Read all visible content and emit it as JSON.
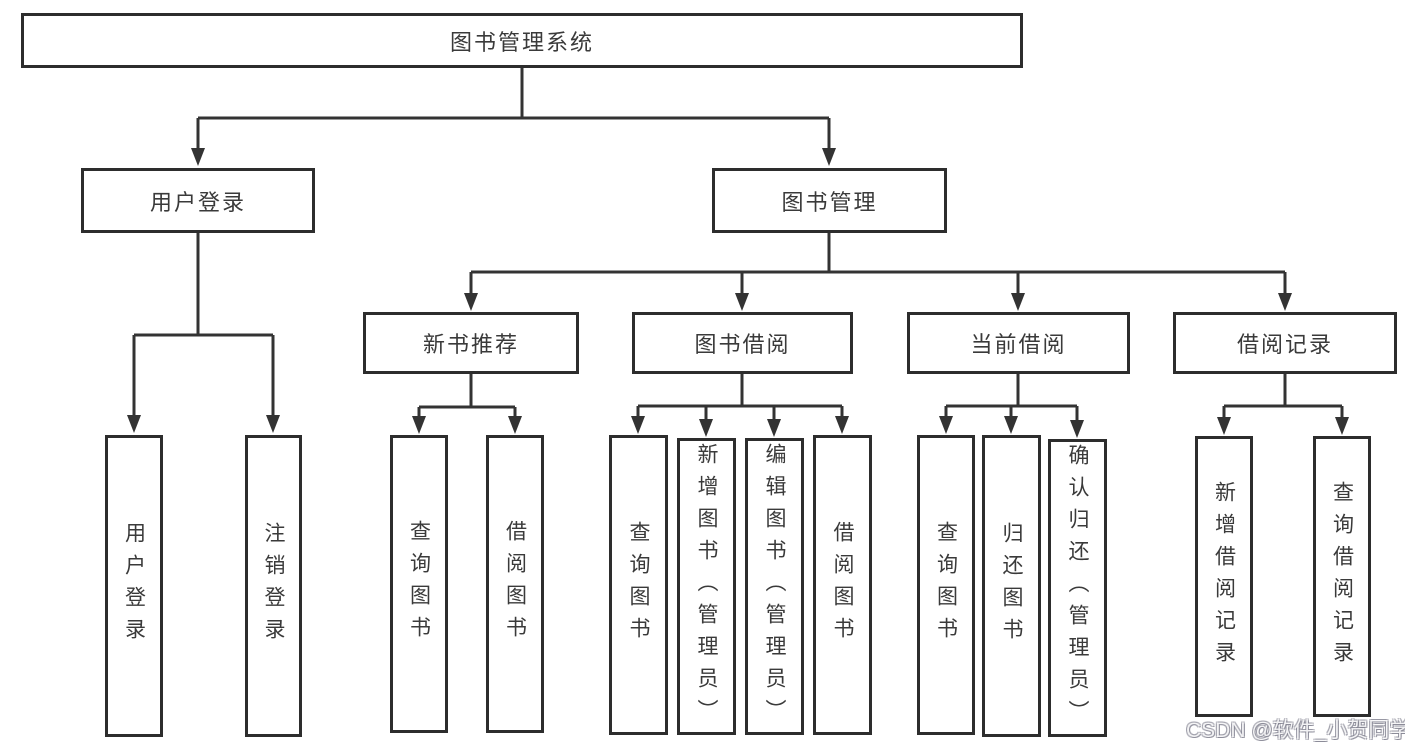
{
  "diagram": {
    "title": "图书管理系统",
    "branches": [
      {
        "label": "用户登录",
        "leaves": [
          "用户登录",
          "注销登录"
        ]
      },
      {
        "label": "图书管理",
        "groups": [
          {
            "label": "新书推荐",
            "leaves": [
              "查询图书",
              "借阅图书"
            ]
          },
          {
            "label": "图书借阅",
            "leaves": [
              "查询图书",
              "新增图书（管理员）",
              "编辑图书（管理员）",
              "借阅图书"
            ]
          },
          {
            "label": "当前借阅",
            "leaves": [
              "查询图书",
              "归还图书",
              "确认归还（管理员）"
            ]
          },
          {
            "label": "借阅记录",
            "leaves": [
              "新增借阅记录",
              "查询借阅记录"
            ]
          }
        ]
      }
    ]
  },
  "watermark": {
    "text": "CSDN @软件_小贺同学"
  },
  "colors": {
    "line": "#333333",
    "box_border": "#2d2d2d",
    "text": "#3a3a3a",
    "background": "#ffffff",
    "watermark": "#a9a9bc"
  }
}
